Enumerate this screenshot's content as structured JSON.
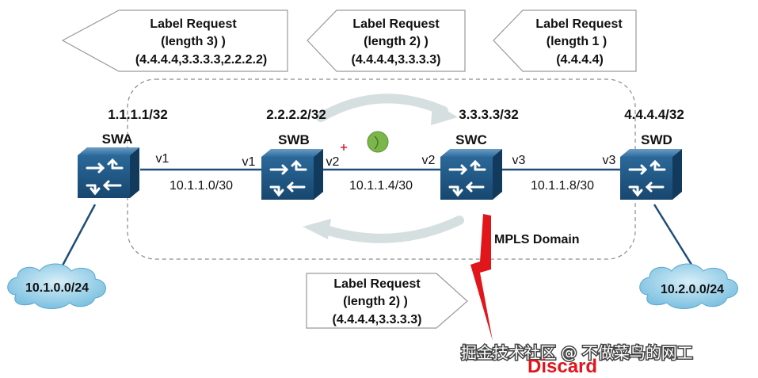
{
  "labels": {
    "lr_a": {
      "title": "Label Request",
      "length": "(length 3) )",
      "stack": "(4.4.4.4,3.3.3.3,2.2.2.2)"
    },
    "lr_b": {
      "title": "Label Request",
      "length": "(length 2) )",
      "stack": "(4.4.4.4,3.3.3.3)"
    },
    "lr_c": {
      "title": "Label Request",
      "length": "(length 1 )",
      "stack": "(4.4.4.4)"
    },
    "lr_d": {
      "title": "Label Request",
      "length": "(length 2) )",
      "stack": "(4.4.4.4,3.3.3.3)"
    }
  },
  "nodes": {
    "swa": {
      "ip": "1.1.1.1/32",
      "name": "SWA"
    },
    "swb": {
      "ip": "2.2.2.2/32",
      "name": "SWB"
    },
    "swc": {
      "ip": "3.3.3.3/32",
      "name": "SWC"
    },
    "swd": {
      "ip": "4.4.4.4/32",
      "name": "SWD"
    }
  },
  "interfaces": {
    "swa_v1": "v1",
    "swb_v1": "v1",
    "swb_v2": "v2",
    "swc_v2": "v2",
    "swc_v3": "v3",
    "swd_v3": "v3"
  },
  "links": {
    "ab": "10.1.1.0/30",
    "bc": "10.1.1.4/30",
    "cd": "10.1.1.8/30"
  },
  "clouds": {
    "left": "10.1.0.0/24",
    "right": "10.2.0.0/24"
  },
  "domain_label": "MPLS Domain",
  "discard": "Discard",
  "watermark": "掘金技术社区 @ 不做菜鸟的网工",
  "colors": {
    "switch": "#1d5e8f",
    "link": "#1f4e7a",
    "cloud": "#8ecbe6",
    "bolt": "#e0161b",
    "loop_arrow": "#d6dfe0"
  }
}
